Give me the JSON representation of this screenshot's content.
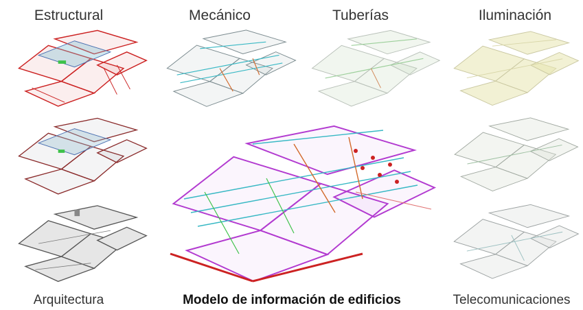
{
  "labels": {
    "estructural": "Estructural",
    "mecanico": "Mecánico",
    "tuberias": "Tuberías",
    "iluminacion": "Iluminación",
    "arquitectura": "Arquitectura",
    "modelo": "Modelo de información de edificios",
    "telecomunicaciones": "Telecomunicaciones"
  },
  "colors": {
    "structural_red": "#cc2222",
    "structural_blue": "#4a6fb0",
    "mechanical_cyan": "#37b8c4",
    "mechanical_orange": "#d2692a",
    "piping_green": "#9ccf9a",
    "lighting_yellow": "#e8e6b0",
    "architecture_gray": "#9a9a9a",
    "bim_magenta": "#b23ad0",
    "bim_green": "#3ec24a"
  }
}
